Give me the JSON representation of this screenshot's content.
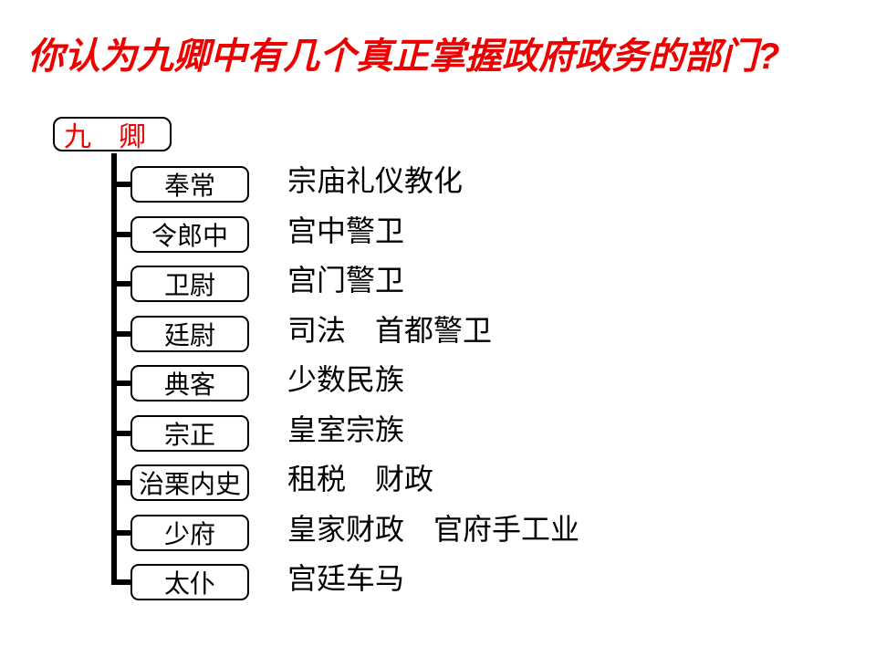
{
  "slide": {
    "title": "你认为九卿中有几个真正掌握政府政务的部门?",
    "colors": {
      "title": "#ee0000",
      "root_label": "#ee0000",
      "line": "#000000",
      "text": "#000000",
      "background": "#ffffff"
    }
  },
  "diagram": {
    "root_label": "九　卿",
    "rows": [
      {
        "box": "奉常",
        "desc": "宗庙礼仪教化"
      },
      {
        "box": "令郎中",
        "desc": "宫中警卫"
      },
      {
        "box": "卫尉",
        "desc": "宫门警卫"
      },
      {
        "box": "廷尉",
        "desc": "司法　首都警卫"
      },
      {
        "box": "典客",
        "desc": "少数民族"
      },
      {
        "box": "宗正",
        "desc": "皇室宗族"
      },
      {
        "box": "治栗内史",
        "desc": "租税　财政"
      },
      {
        "box": "少府",
        "desc": "皇家财政　官府手工业"
      },
      {
        "box": "太仆",
        "desc": "宫廷车马"
      }
    ]
  }
}
